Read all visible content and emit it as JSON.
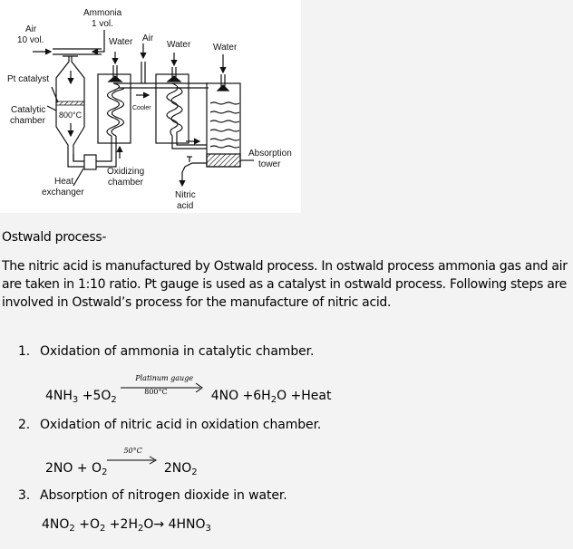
{
  "diagram": {
    "labels": {
      "ammonia": "Ammonia",
      "ammonia_vol": "1 vol.",
      "air": "Air",
      "air_vol": "10 vol.",
      "water_1": "Water",
      "air_2": "Air",
      "water_2": "Water",
      "water_3": "Water",
      "pt_catalyst": "Pt catalyst",
      "catalytic_1": "Catalytic",
      "catalytic_2": "chamber",
      "temp": "800°C",
      "cooler": "Cooler",
      "absorption_1": "Absorption",
      "absorption_2": "tower",
      "oxidizing_1": "Oxidizing",
      "oxidizing_2": "chamber",
      "heat_1": "Heat",
      "heat_2": "exchanger",
      "nitric_1": "Nitric",
      "nitric_2": "acid"
    }
  },
  "heading": "Ostwald process-",
  "paragraph": "The nitric acid is manufactured by Ostwald process. In ostwald process ammonia gas and air are taken in 1:10 ratio. Pt gauge is used as a catalyst in ostwald process. Following steps are involved in Ostwald’s process for the manufacture of nitric acid.",
  "steps": [
    {
      "number": "1.",
      "title": "Oxidation of ammonia in catalytic chamber.",
      "equation": {
        "lhs": [
          [
            "4NH",
            "3"
          ],
          [
            " +5O",
            "2"
          ]
        ],
        "condition_top": "Platinum gauge",
        "condition_bottom": "800°C",
        "rhs": [
          [
            "4NO +6H",
            "2"
          ],
          [
            "O +Heat",
            ""
          ]
        ]
      }
    },
    {
      "number": "2.",
      "title": "Oxidation of nitric acid in oxidation chamber.",
      "equation": {
        "lhs": [
          [
            "2NO + O",
            "2"
          ]
        ],
        "condition_top": "50°C",
        "rhs": [
          [
            "2NO",
            "2"
          ]
        ]
      }
    },
    {
      "number": "3.",
      "title": "Absorption of nitrogen dioxide in water.",
      "equation": {
        "lhs": [
          [
            "4NO",
            "2"
          ],
          [
            " +O",
            "2"
          ],
          [
            " +2H",
            "2"
          ],
          [
            "O",
            ""
          ]
        ],
        "arrow": "→",
        "rhs": [
          [
            " 4HNO",
            "3"
          ]
        ]
      }
    }
  ]
}
